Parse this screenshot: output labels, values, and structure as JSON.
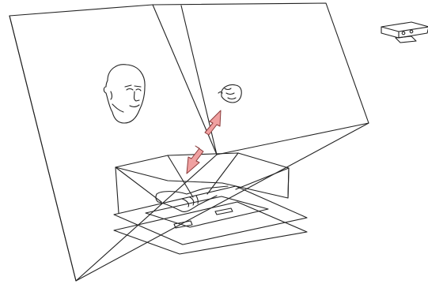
{
  "diagram": {
    "colors": {
      "line": "#222222",
      "arrow_fill": "#f0a0a0",
      "arrow_stroke": "#8a3b3b",
      "background": "#ffffff"
    },
    "elements": [
      {
        "name": "frustum-outline",
        "icon": "pyramid-frustum"
      },
      {
        "name": "head-sketch",
        "icon": "head-icon"
      },
      {
        "name": "fist-sketch",
        "icon": "fist-icon"
      },
      {
        "name": "depth-camera",
        "icon": "camera-icon"
      },
      {
        "name": "upward-arrow",
        "icon": "arrow-up-icon"
      },
      {
        "name": "downward-arrow",
        "icon": "arrow-down-icon"
      },
      {
        "name": "stacked-plates",
        "icon": "plates-icon"
      },
      {
        "name": "arm-sketch",
        "icon": "arm-icon"
      }
    ]
  }
}
